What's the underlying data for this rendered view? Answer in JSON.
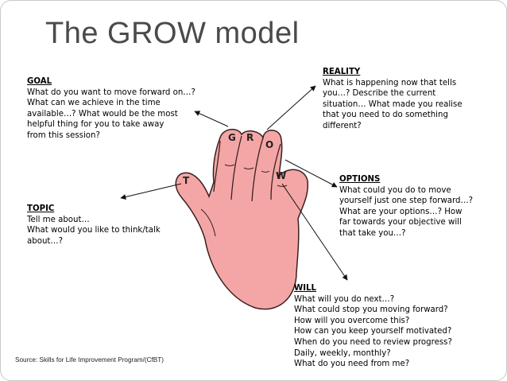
{
  "title": "The GROW model",
  "source": "Source: Skills for Life Improvement Program/(CfBT)",
  "fingers": {
    "t": "T",
    "g": "G",
    "r": "R",
    "o": "O",
    "w": "W"
  },
  "colors": {
    "hand_fill": "#f4a6a6",
    "hand_stroke": "#3b2020",
    "title": "#4a4a4a"
  },
  "blocks": {
    "goal": {
      "heading": "GOAL",
      "lines": [
        "What do you want to move forward on…?",
        "What can we achieve in the time",
        "available…? What would be the most",
        "helpful thing for you to take away",
        "from this session?"
      ]
    },
    "reality": {
      "heading": "REALITY",
      "lines": [
        "What is happening now that tells",
        "you…? Describe the current",
        "situation… What made you realise",
        "that you need to do something",
        "different?"
      ]
    },
    "topic": {
      "heading": "TOPIC",
      "lines": [
        "Tell me about…",
        "What would you like to think/talk",
        "about…?"
      ]
    },
    "options": {
      "heading": "OPTIONS",
      "lines": [
        "What could you do to move",
        "yourself just one step forward…?",
        "What are your options…? How",
        "far towards your objective will",
        "that take you…?"
      ]
    },
    "will": {
      "heading": "WILL",
      "lines": [
        "What will you do next…?",
        "What could stop you moving forward?",
        "How will you overcome this?",
        "How can you keep yourself motivated?",
        "When do you need to review progress?",
        "Daily, weekly, monthly?",
        "What do you need from me?"
      ]
    }
  }
}
